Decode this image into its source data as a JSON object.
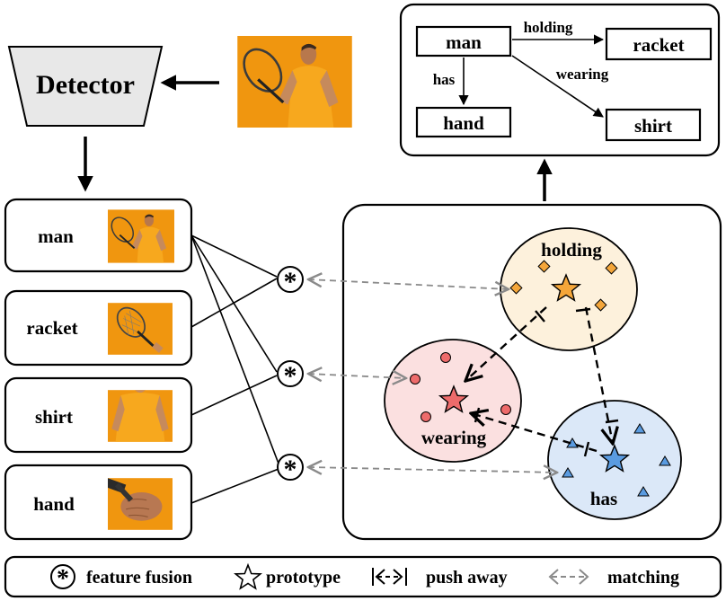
{
  "detector": {
    "label": "Detector"
  },
  "scene_graph": {
    "nodes": {
      "man": "man",
      "racket": "racket",
      "hand": "hand",
      "shirt": "shirt"
    },
    "edges": {
      "holding": "holding",
      "has": "has",
      "wearing": "wearing"
    }
  },
  "objects": [
    {
      "label": "man"
    },
    {
      "label": "racket"
    },
    {
      "label": "shirt"
    },
    {
      "label": "hand"
    }
  ],
  "clusters": {
    "holding": "holding",
    "wearing": "wearing",
    "has": "has"
  },
  "legend": {
    "fusion": "feature fusion",
    "prototype": "prototype",
    "push": "push away",
    "matching": "matching"
  },
  "colors": {
    "skin_orange": "#f0960f",
    "shirt_orange": "#f5a623",
    "holding_fill": "#fdf1dc",
    "wearing_fill": "#fbe0e0",
    "has_fill": "#dbe8f8",
    "holding_mark": "#f4a63a",
    "wearing_mark": "#ee6b6b",
    "has_mark": "#5a9be0"
  }
}
